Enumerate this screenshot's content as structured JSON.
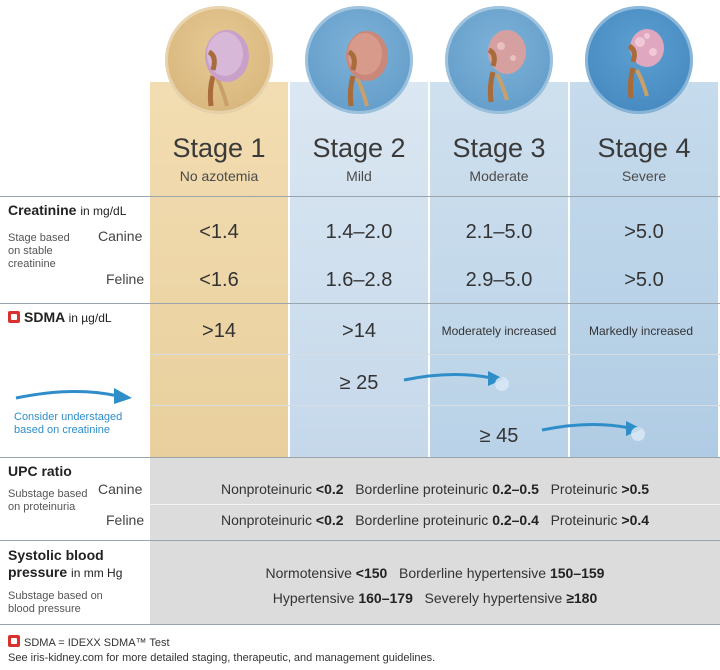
{
  "stages": [
    {
      "title": "Stage 1",
      "subtitle": "No azotemia",
      "canine_creatinine": "<1.4",
      "feline_creatinine": "<1.6",
      "sdma": ">14"
    },
    {
      "title": "Stage 2",
      "subtitle": "Mild",
      "canine_creatinine": "1.4–2.0",
      "feline_creatinine": "1.6–2.8",
      "sdma": ">14",
      "sdma_understage": "≥ 25"
    },
    {
      "title": "Stage 3",
      "subtitle": "Moderate",
      "canine_creatinine": "2.1–5.0",
      "feline_creatinine": "2.9–5.0",
      "sdma": "Moderately increased",
      "sdma_understage": "≥ 45"
    },
    {
      "title": "Stage 4",
      "subtitle": "Severe",
      "canine_creatinine": ">5.0",
      "feline_creatinine": ">5.0",
      "sdma": "Markedly increased"
    }
  ],
  "creatinine": {
    "label": "Creatinine",
    "unit": "in mg/dL",
    "note": "Stage based on stable creatinine",
    "canine": "Canine",
    "feline": "Feline"
  },
  "sdma": {
    "label": "SDMA",
    "unit": "in µg/dL",
    "understage_note": "Consider understaged based on creatinine"
  },
  "upc": {
    "label": "UPC ratio",
    "note": "Substage based on proteinuria",
    "canine": "Canine",
    "feline": "Feline",
    "canine_row": {
      "nonproteinuric": "Nonproteinuric",
      "nonproteinuric_val": "<0.2",
      "borderline": "Borderline proteinuric",
      "borderline_val": "0.2–0.5",
      "proteinuric": "Proteinuric",
      "proteinuric_val": ">0.5"
    },
    "feline_row": {
      "nonproteinuric": "Nonproteinuric",
      "nonproteinuric_val": "<0.2",
      "borderline": "Borderline proteinuric",
      "borderline_val": "0.2–0.4",
      "proteinuric": "Proteinuric",
      "proteinuric_val": ">0.4"
    }
  },
  "bp": {
    "label_line1": "Systolic blood",
    "label_line2": "pressure",
    "unit": "in mm Hg",
    "note": "Substage based on blood pressure",
    "normotensive": "Normotensive",
    "normotensive_val": "<150",
    "borderline": "Borderline hypertensive",
    "borderline_val": "150–159",
    "hypertensive": "Hypertensive",
    "hypertensive_val": "160–179",
    "severe": "Severely hypertensive",
    "severe_val": "≥180"
  },
  "footer": {
    "line1": "SDMA = IDEXX SDMA™ Test",
    "line2": "See iris-kidney.com for more detailed staging, therapeutic, and management guidelines."
  },
  "colors": {
    "stage1": "#e9cf9d",
    "stage2": "#c5d8ea",
    "stage3": "#b9d2e7",
    "stage4": "#b0cce4",
    "arrow": "#2f8ec9",
    "sdma_red": "#d9322e"
  }
}
